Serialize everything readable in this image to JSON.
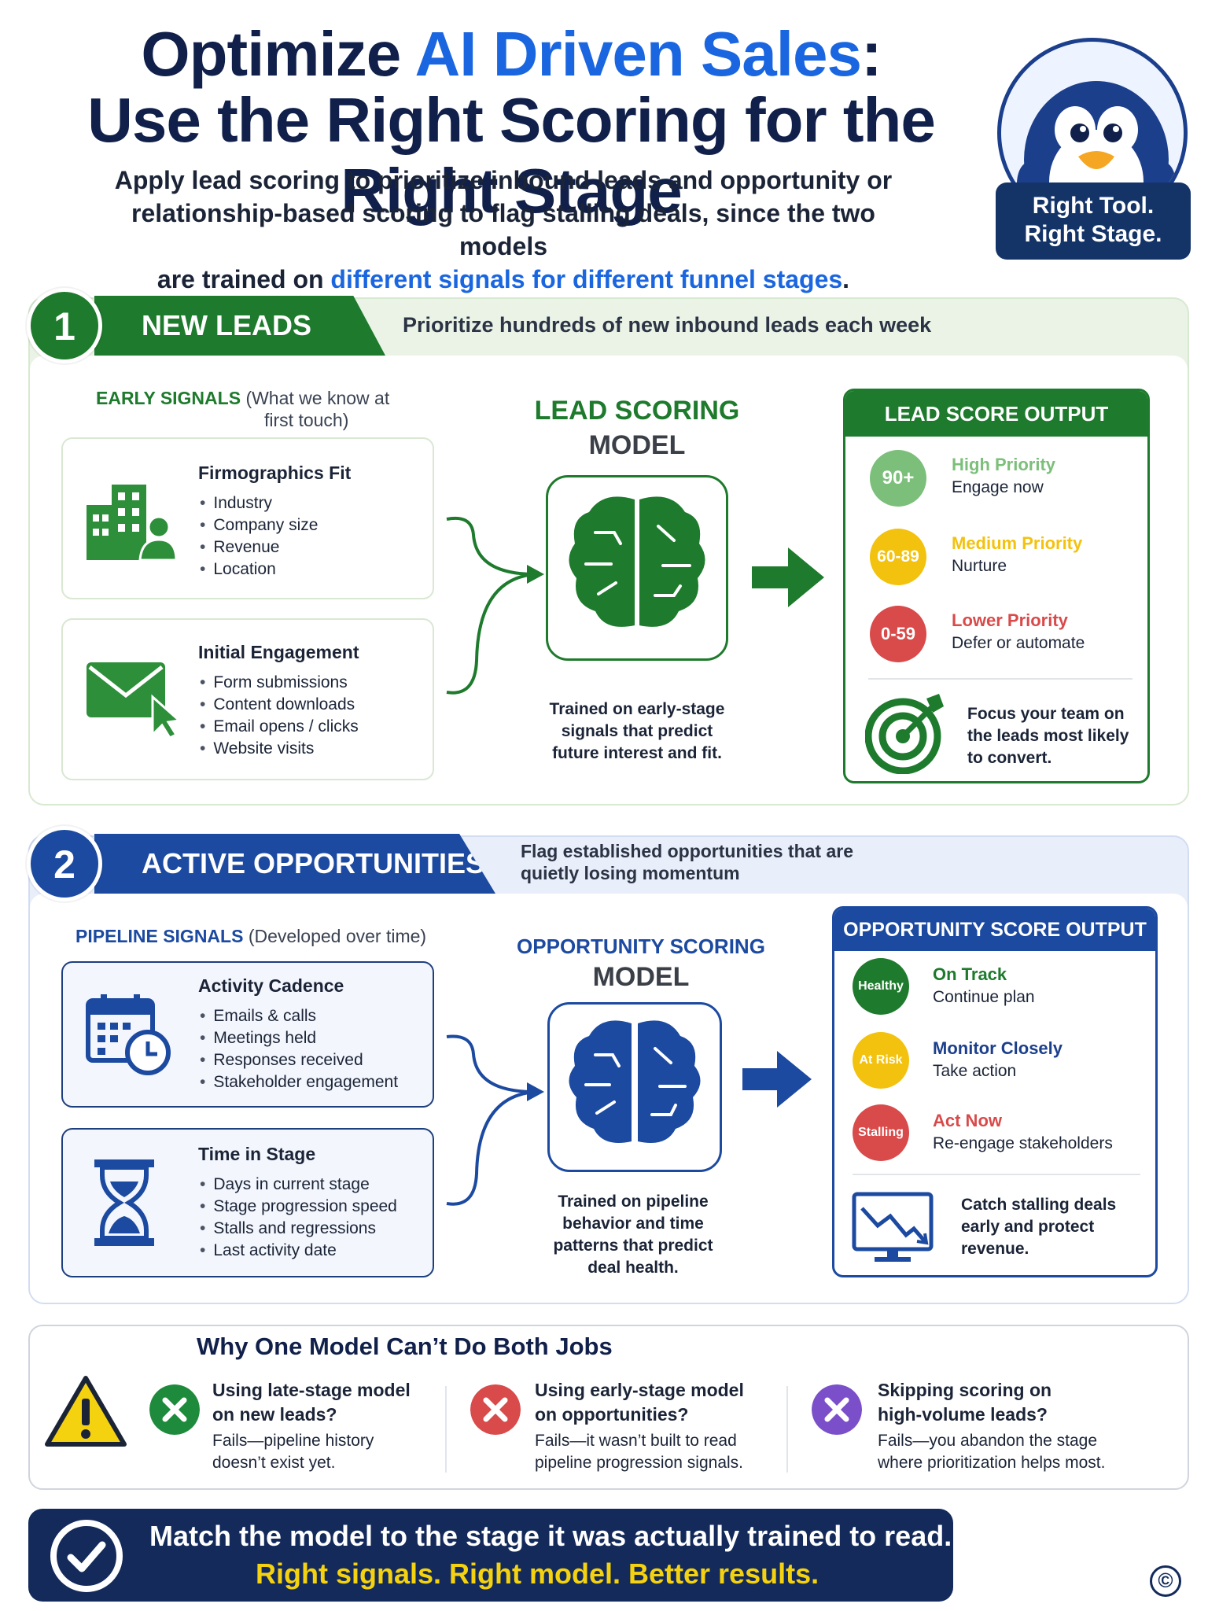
{
  "header": {
    "title_part1": "Optimize ",
    "title_accent": "AI Driven Sales",
    "title_colon": ":",
    "title_line2": "Use the Right Scoring for the Right Stage",
    "subtitle_line1": "Apply lead scoring to prioritize inbound leads and opportunity or",
    "subtitle_line2": "relationship-based scoring to flag stalling deals, since the two models",
    "subtitle_line3_a": "are trained on ",
    "subtitle_line3_accent": "different signals for different funnel stages",
    "subtitle_line3_b": ".",
    "badge_line1": "Right Tool.",
    "badge_line2": "Right Stage."
  },
  "section1": {
    "number": "1",
    "title": "NEW LEADS",
    "description": "Prioritize hundreds of new inbound leads each week",
    "signals_label": "EARLY SIGNALS",
    "signals_paren_1": "(What we know at",
    "signals_paren_2": "first touch)",
    "cards": [
      {
        "title": "Firmographics Fit",
        "items": [
          "Industry",
          "Company size",
          "Revenue",
          "Location"
        ]
      },
      {
        "title": "Initial Engagement",
        "items": [
          "Form submissions",
          "Content downloads",
          "Email opens / clicks",
          "Website visits"
        ]
      }
    ],
    "model_title_1": "LEAD SCORING",
    "model_title_2": "MODEL",
    "model_caption": [
      "Trained on early-stage",
      "signals that predict",
      "future interest and fit."
    ],
    "output_title": "LEAD SCORE OUTPUT",
    "tiers": [
      {
        "score": "90+",
        "name": "High Priority",
        "action": "Engage now",
        "color": "#7cbf7a",
        "name_color": "#7cbf7a"
      },
      {
        "score": "60-89",
        "name": "Medium Priority",
        "action": "Nurture",
        "color": "#f3c20e",
        "name_color": "#f3c20e"
      },
      {
        "score": "0-59",
        "name": "Lower Priority",
        "action": "Defer or automate",
        "color": "#d94a4a",
        "name_color": "#d94a4a"
      }
    ],
    "focus_text": [
      "Focus your team on",
      "the leads most likely",
      "to convert."
    ]
  },
  "section2": {
    "number": "2",
    "title": "ACTIVE OPPORTUNITIES",
    "description": "Flag established opportunities that are quietly losing momentum",
    "signals_label": "PIPELINE SIGNALS",
    "signals_paren": "(Developed over time)",
    "cards": [
      {
        "title": "Activity Cadence",
        "items": [
          "Emails & calls",
          "Meetings held",
          "Responses received",
          "Stakeholder engagement"
        ]
      },
      {
        "title": "Time in Stage",
        "items": [
          "Days in current stage",
          "Stage progression speed",
          "Stalls and regressions",
          "Last activity date"
        ]
      }
    ],
    "model_title_1": "OPPORTUNITY SCORING",
    "model_title_2": "MODEL",
    "model_caption": [
      "Trained on pipeline",
      "behavior and time",
      "patterns that predict",
      "deal health."
    ],
    "output_title": "OPPORTUNITY SCORE OUTPUT",
    "tiers": [
      {
        "score": "Healthy",
        "name": "On Track",
        "action": "Continue plan",
        "color": "#1e7a2c",
        "name_color": "#1e7a2c"
      },
      {
        "score": "At Risk",
        "name": "Monitor Closely",
        "action": "Take action",
        "color": "#f3c20e",
        "name_color": "#1c3f8c"
      },
      {
        "score": "Stalling",
        "name": "Act Now",
        "action": "Re-engage stakeholders",
        "color": "#d94a4a",
        "name_color": "#d94a4a"
      }
    ],
    "focus_text": [
      "Catch stalling deals",
      "early and protect",
      "revenue."
    ]
  },
  "why": {
    "title": "Why One Model Can’t Do Both Jobs",
    "items": [
      {
        "title": [
          "Using late-stage model",
          "on new leads?"
        ],
        "body": [
          "Fails—pipeline history",
          "doesn’t exist yet."
        ],
        "color": "#1e8a3c"
      },
      {
        "title": [
          "Using early-stage model",
          "on opportunities?"
        ],
        "body": [
          "Fails—it wasn’t built to read",
          "pipeline progression signals."
        ],
        "color": "#d94a4a"
      },
      {
        "title": [
          "Skipping scoring on",
          "high-volume leads?"
        ],
        "body": [
          "Fails—you abandon the stage",
          "where prioritization helps most."
        ],
        "color": "#7b4fc9"
      }
    ]
  },
  "footer": {
    "line1": "Match the model to the stage it was actually trained to read.",
    "line2": "Right signals. Right model. Better results.",
    "copyright": "©"
  },
  "colors": {
    "navy": "#10204a",
    "accent_blue": "#1a66e0",
    "green": "#1e7a2c",
    "blue": "#1c4aa0",
    "yellow": "#f5d20f"
  }
}
